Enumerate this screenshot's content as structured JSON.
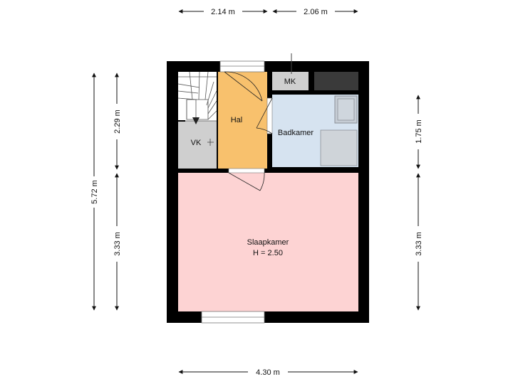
{
  "rooms": {
    "hal": "Hal",
    "vk": "VK",
    "mk": "MK",
    "badkamer": "Badkamer",
    "slaapkamer": "Slaapkamer",
    "slaapkamer_height": "H = 2.50"
  },
  "dimensions": {
    "top_left": "2.14 m",
    "top_right": "2.06 m",
    "bottom": "4.30 m",
    "left_total": "5.72 m",
    "left_upper": "2.29 m",
    "left_lower": "3.33 m",
    "right_upper": "1.75 m",
    "right_lower": "3.33 m"
  },
  "colors": {
    "wall": "#000000",
    "hal": "#f8c16d",
    "badkamer": "#d6e3f0",
    "slaapkamer": "#fdd3d3",
    "storage": "#cfcfcf",
    "floor": "#ffffff",
    "dark_box": "#3a3a3a"
  }
}
